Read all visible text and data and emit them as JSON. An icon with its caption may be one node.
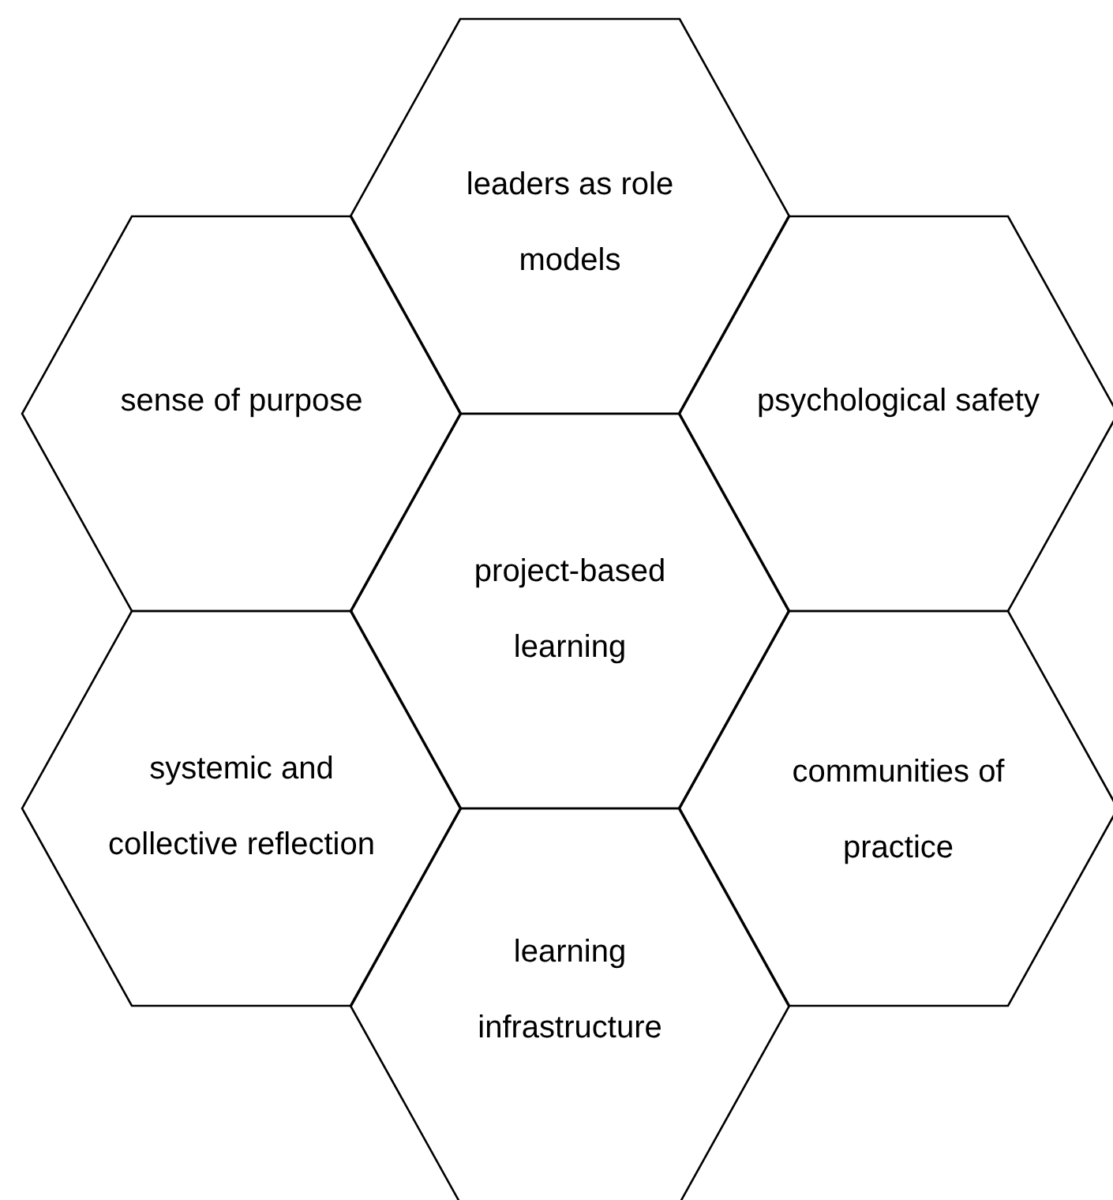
{
  "diagram": {
    "nodes": [
      {
        "text": [
          "leaders as role models"
        ]
      },
      {
        "text": [
          "sense of purpose"
        ]
      },
      {
        "text": [
          "psychological safety"
        ]
      },
      {
        "text": [
          "project-based learning"
        ]
      },
      {
        "text": [
          "systemic and collective reflection"
        ]
      },
      {
        "text": [
          "communities of practice"
        ]
      },
      {
        "text": [
          "learning infrastructure"
        ]
      }
    ]
  }
}
